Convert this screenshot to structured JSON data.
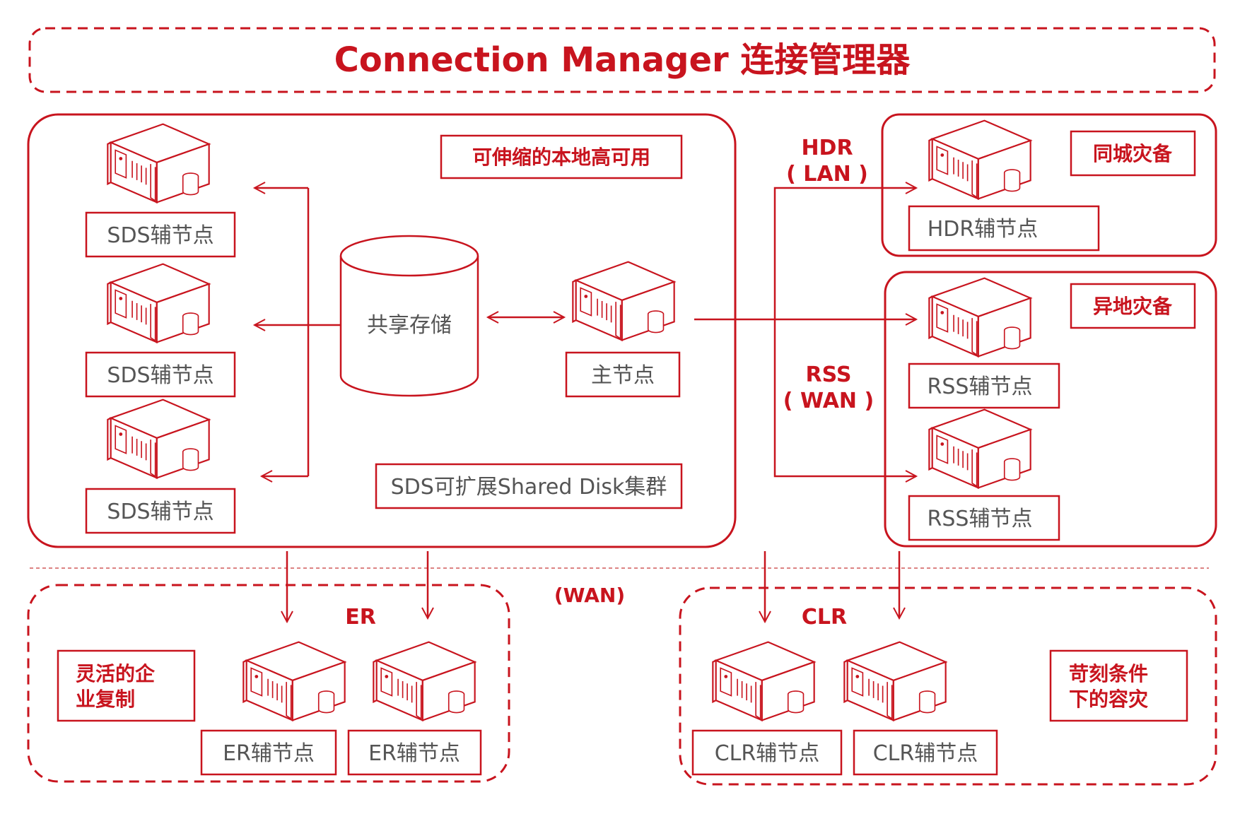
{
  "title": "Connection Manager 连接管理器",
  "colors": {
    "accent": "#c8141e",
    "text_gray": "#555555",
    "background": "#ffffff"
  },
  "icons": {
    "server": "server-icon",
    "storage": "shared-storage-cylinder"
  },
  "sds_group": {
    "tag": "可伸缩的本地高可用",
    "footer": "SDS可扩展Shared Disk集群",
    "storage": "共享存储",
    "primary": "主节点",
    "nodes": [
      "SDS辅节点",
      "SDS辅节点",
      "SDS辅节点"
    ]
  },
  "hdr": {
    "link_label_1": "HDR",
    "link_label_2": "( LAN )",
    "tag": "同城灾备",
    "node": "HDR辅节点"
  },
  "rss": {
    "link_label_1": "RSS",
    "link_label_2": "( WAN )",
    "tag": "异地灾备",
    "nodes": [
      "RSS辅节点",
      "RSS辅节点"
    ]
  },
  "wan_label": "(WAN)",
  "er": {
    "label": "ER",
    "tag_line1": "灵活的企",
    "tag_line2": "业复制",
    "nodes": [
      "ER辅节点",
      "ER辅节点"
    ]
  },
  "clr": {
    "label": "CLR",
    "tag_line1": "苛刻条件",
    "tag_line2": "下的容灾",
    "nodes": [
      "CLR辅节点",
      "CLR辅节点"
    ]
  }
}
